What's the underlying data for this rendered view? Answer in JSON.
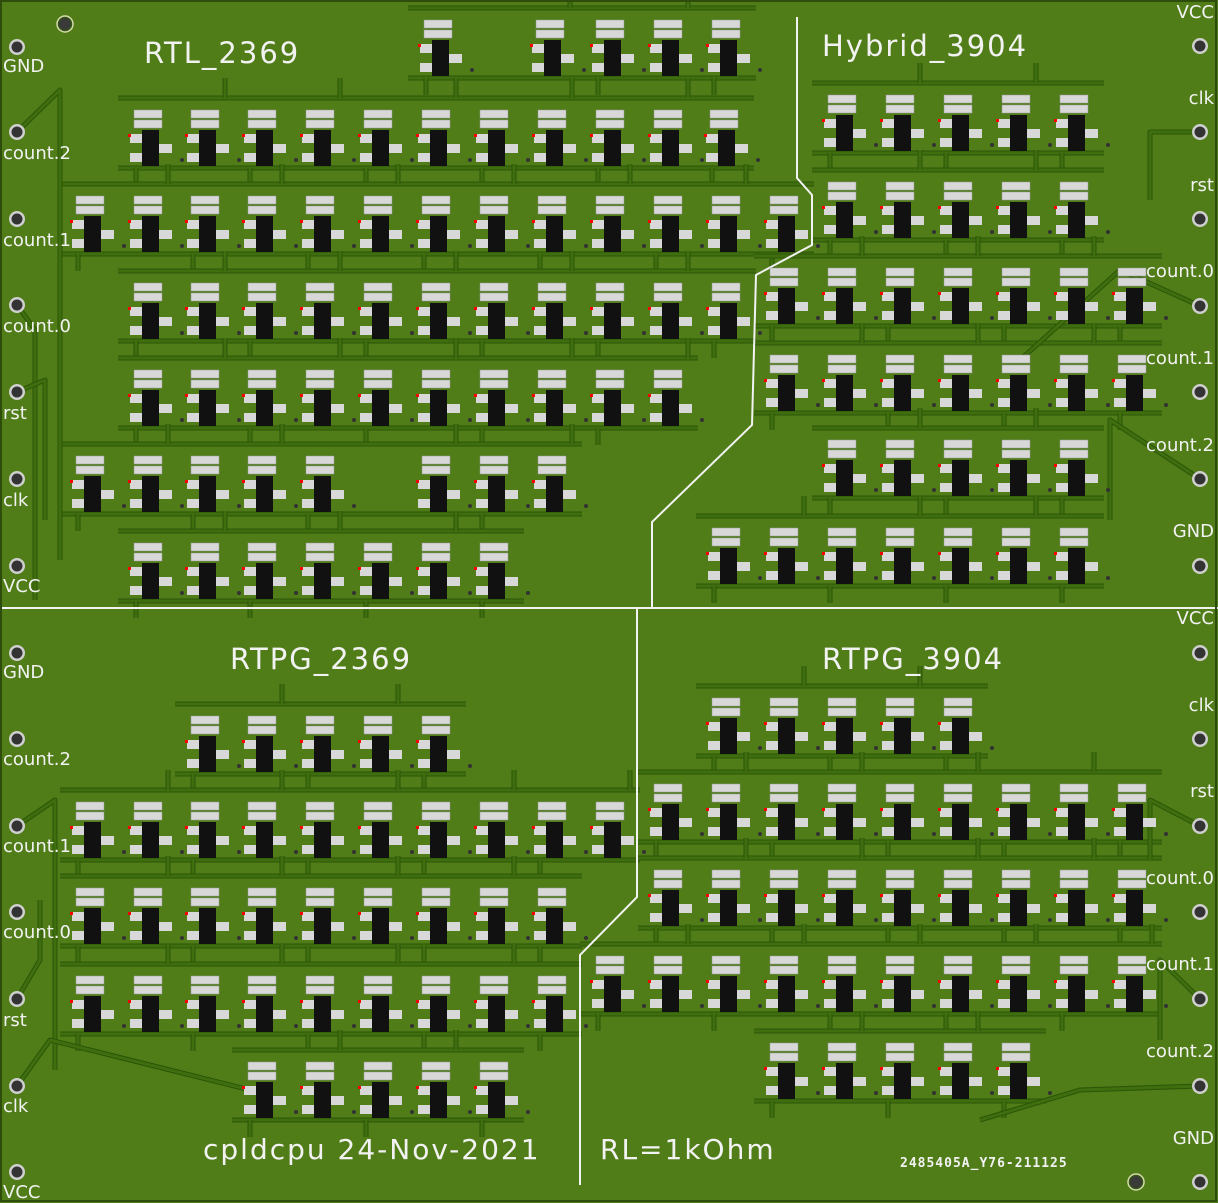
{
  "board": {
    "colors": {
      "substrate": "#507d18",
      "trace": "#3d6a0c",
      "trace_edge": "#2b5508",
      "silk": "#f2f2f2",
      "body": "#111111",
      "pad": "#d8d8d8",
      "pin1": "#ff0000"
    },
    "sections": {
      "top_left": "RTL_2369",
      "top_right": "Hybrid_3904",
      "bottom_left": "RTPG_2369",
      "bottom_right": "RTPG_3904"
    },
    "left_pads": [
      "GND",
      "count.2",
      "count.1",
      "count.0",
      "rst",
      "clk",
      "VCC"
    ],
    "right_pads": [
      "VCC",
      "clk",
      "rst",
      "count.0",
      "count.1",
      "count.2",
      "GND"
    ],
    "footer_left": "cpldcpu 24-Nov-2021",
    "footer_right": "RL=1kOhm",
    "board_code": "2485405A_Y76-211125"
  }
}
